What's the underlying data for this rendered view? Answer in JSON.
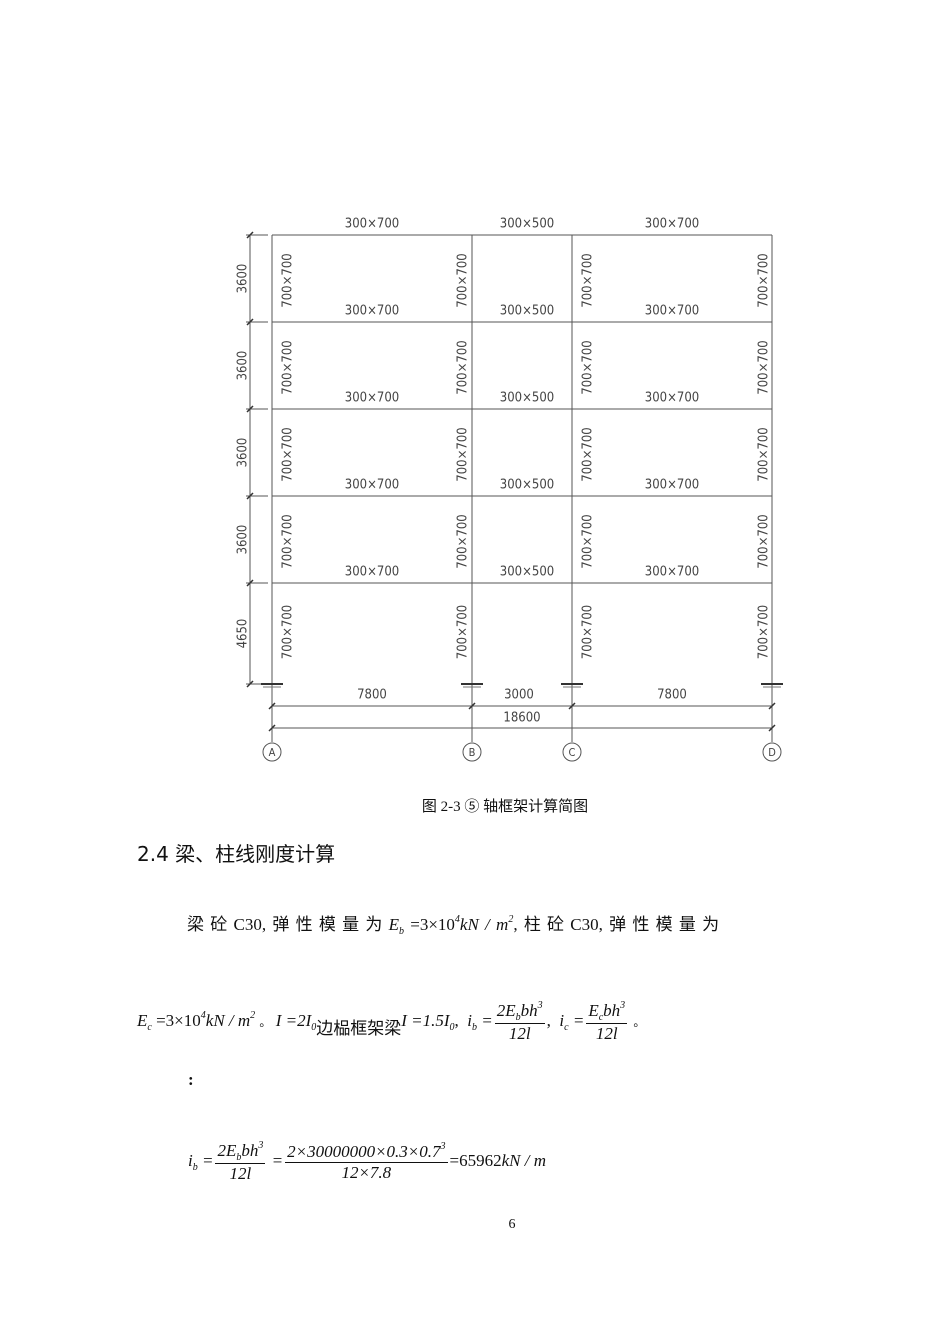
{
  "diagram": {
    "beam_labels": [
      [
        "300×700",
        "300×500",
        "300×700"
      ],
      [
        "300×700",
        "300×500",
        "300×700"
      ],
      [
        "300×700",
        "300×500",
        "300×700"
      ],
      [
        "300×700",
        "300×500",
        "300×700"
      ],
      [
        "300×700",
        "300×500",
        "300×700"
      ]
    ],
    "column_label": "700×700",
    "story_heights": [
      "3600",
      "3600",
      "3600",
      "3600",
      "4650"
    ],
    "spans": [
      "7800",
      "3000",
      "7800"
    ],
    "total_span": "18600",
    "axes": [
      "A",
      "B",
      "C",
      "D"
    ]
  },
  "caption": "图 2-3 ⑤ 轴框架计算简图",
  "heading": "2.4 梁、柱线刚度计算",
  "p1": {
    "text_a": "梁 砼 C30, 弹 性 模 量 为",
    "E": "E",
    "sub": "b",
    "eq": "=3×10",
    "exp": "4",
    "unit": "kN / m",
    "unit_exp": "2",
    "text_b": ", 柱 砼 C30, 弹 性 模 量 为"
  },
  "p2": {
    "E": "E",
    "sub": "c",
    "eq": "=3×10",
    "exp": "4",
    "unit": "kN / m",
    "unit_exp": "2",
    "stop1": "。",
    "I_mid": "I =2I",
    "zero": "0",
    "edge_text": "边榀框架梁",
    "I_edge": "I =1.5I",
    "comma": ",",
    "ib": "i",
    "ib_sub": "b",
    "ib_eq": "=",
    "ib_num": "2E",
    "ib_num_sub": "b",
    "ib_num_rest": "bh",
    "ib_num_exp": "3",
    "ib_den": "12l",
    "ic": "i",
    "ic_sub": "c",
    "ic_eq": "=",
    "ic_num": "E",
    "ic_num_sub": "c",
    "ic_num_rest": "bh",
    "ic_num_exp": "3",
    "ic_den": "12l",
    "stop2": "。"
  },
  "colon": ":",
  "calc": {
    "i": "i",
    "sub": "b",
    "eq1": "=",
    "num1": "2E",
    "num1_sub": "b",
    "num1_rest": "bh",
    "num1_exp": "3",
    "den1": "12l",
    "eq2": "=",
    "num2": "2×30000000×0.3×0.7",
    "num2_exp": "3",
    "den2": "12×7.8",
    "result": "=65962",
    "unit": "kN / m"
  },
  "page_number": "6"
}
